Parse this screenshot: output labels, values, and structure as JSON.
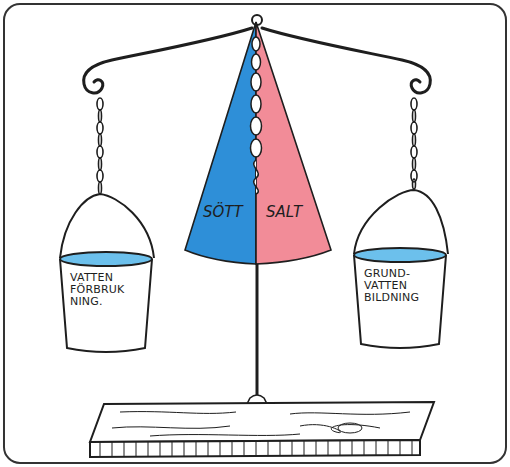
{
  "diagram": {
    "nodes": [
      {
        "text": [
          "VATTEN FÖRBRUK NING."
        ]
      },
      {
        "text": [
          "SÖTT"
        ]
      },
      {
        "text": [
          "SALT"
        ]
      },
      {
        "text": [
          "GRUND- VATTEN BILDNING"
        ]
      }
    ]
  }
}
